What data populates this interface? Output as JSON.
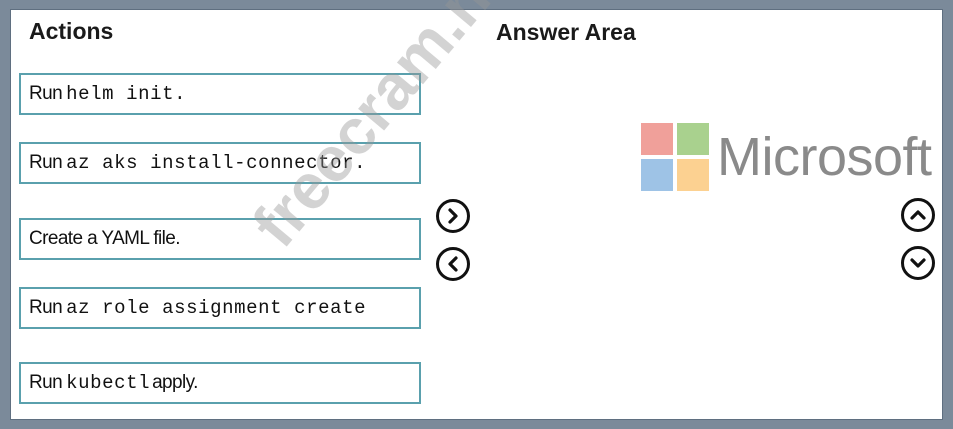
{
  "headings": {
    "actions": "Actions",
    "answer_area": "Answer Area"
  },
  "actions": [
    {
      "prefix": "Run",
      "code": "helm init.",
      "suffix": ""
    },
    {
      "prefix": "Run",
      "code": "az aks install-connector.",
      "suffix": ""
    },
    {
      "prefix": "Create a YAML file.",
      "code": "",
      "suffix": ""
    },
    {
      "prefix": "Run",
      "code": "az role assignment create",
      "suffix": ""
    },
    {
      "prefix": "Run",
      "code": "kubectl",
      "suffix": "apply."
    }
  ],
  "logo": {
    "text": "Microsoft",
    "colors": [
      "#f0a09a",
      "#a9d18e",
      "#9ec3e6",
      "#fcd191"
    ]
  },
  "watermark": "freecram.net",
  "buttons": {
    "move_right": "chevron-right-icon",
    "move_left": "chevron-left-icon",
    "move_up": "chevron-up-icon",
    "move_down": "chevron-down-icon"
  }
}
